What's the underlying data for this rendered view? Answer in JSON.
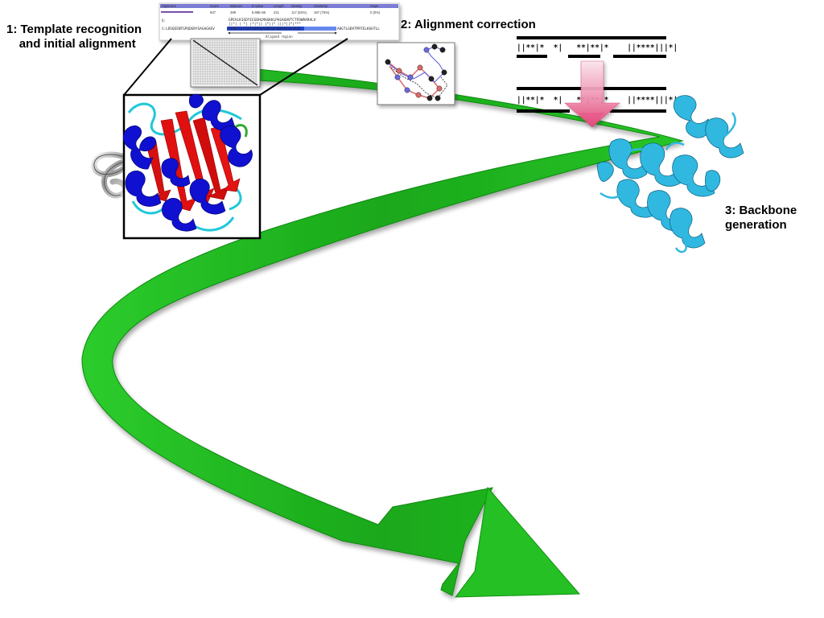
{
  "steps": [
    {
      "label": "1: Template recognition\n  and initial alignment"
    },
    {
      "label": "2: Alignment correction"
    },
    {
      "label": "3: Backbone\ngeneration"
    }
  ],
  "blast_panel": {
    "header": [
      "Alignment",
      "Score",
      "Bitscore",
      "E-value",
      "Length",
      "Identity",
      "Similarity",
      "Gaps"
    ],
    "row": [
      "",
      "637",
      "299",
      "8.88E-66",
      "221",
      "117 (53%)",
      "167 (75%)",
      "0 (0%)"
    ],
    "query_label": "Q:",
    "subject_label": "S:",
    "aligned_region": "Aligned region"
  },
  "match_lines": {
    "top": "||**|*  *|   **|**|*    ||****|||*|",
    "bottom": "||**|*  *|   **|**|*    ||****|||*|"
  },
  "colors": {
    "arrow_green": "#22c022",
    "helix_blue": "#1010d0",
    "strand_red": "#e01010",
    "loop_cyan": "#20c8d8",
    "model_cyan": "#30b8e0",
    "down_arrow_pink": "#e8588a",
    "header_bar": "#6a5acd"
  },
  "icons": [
    "blast-alignment-thumbnail",
    "dot-matrix-thumbnail",
    "template-ribbon-structure",
    "helix-fragment",
    "alignment-correction-graph",
    "backbone-model-ribbon",
    "down-arrow-icon",
    "process-arrow"
  ]
}
